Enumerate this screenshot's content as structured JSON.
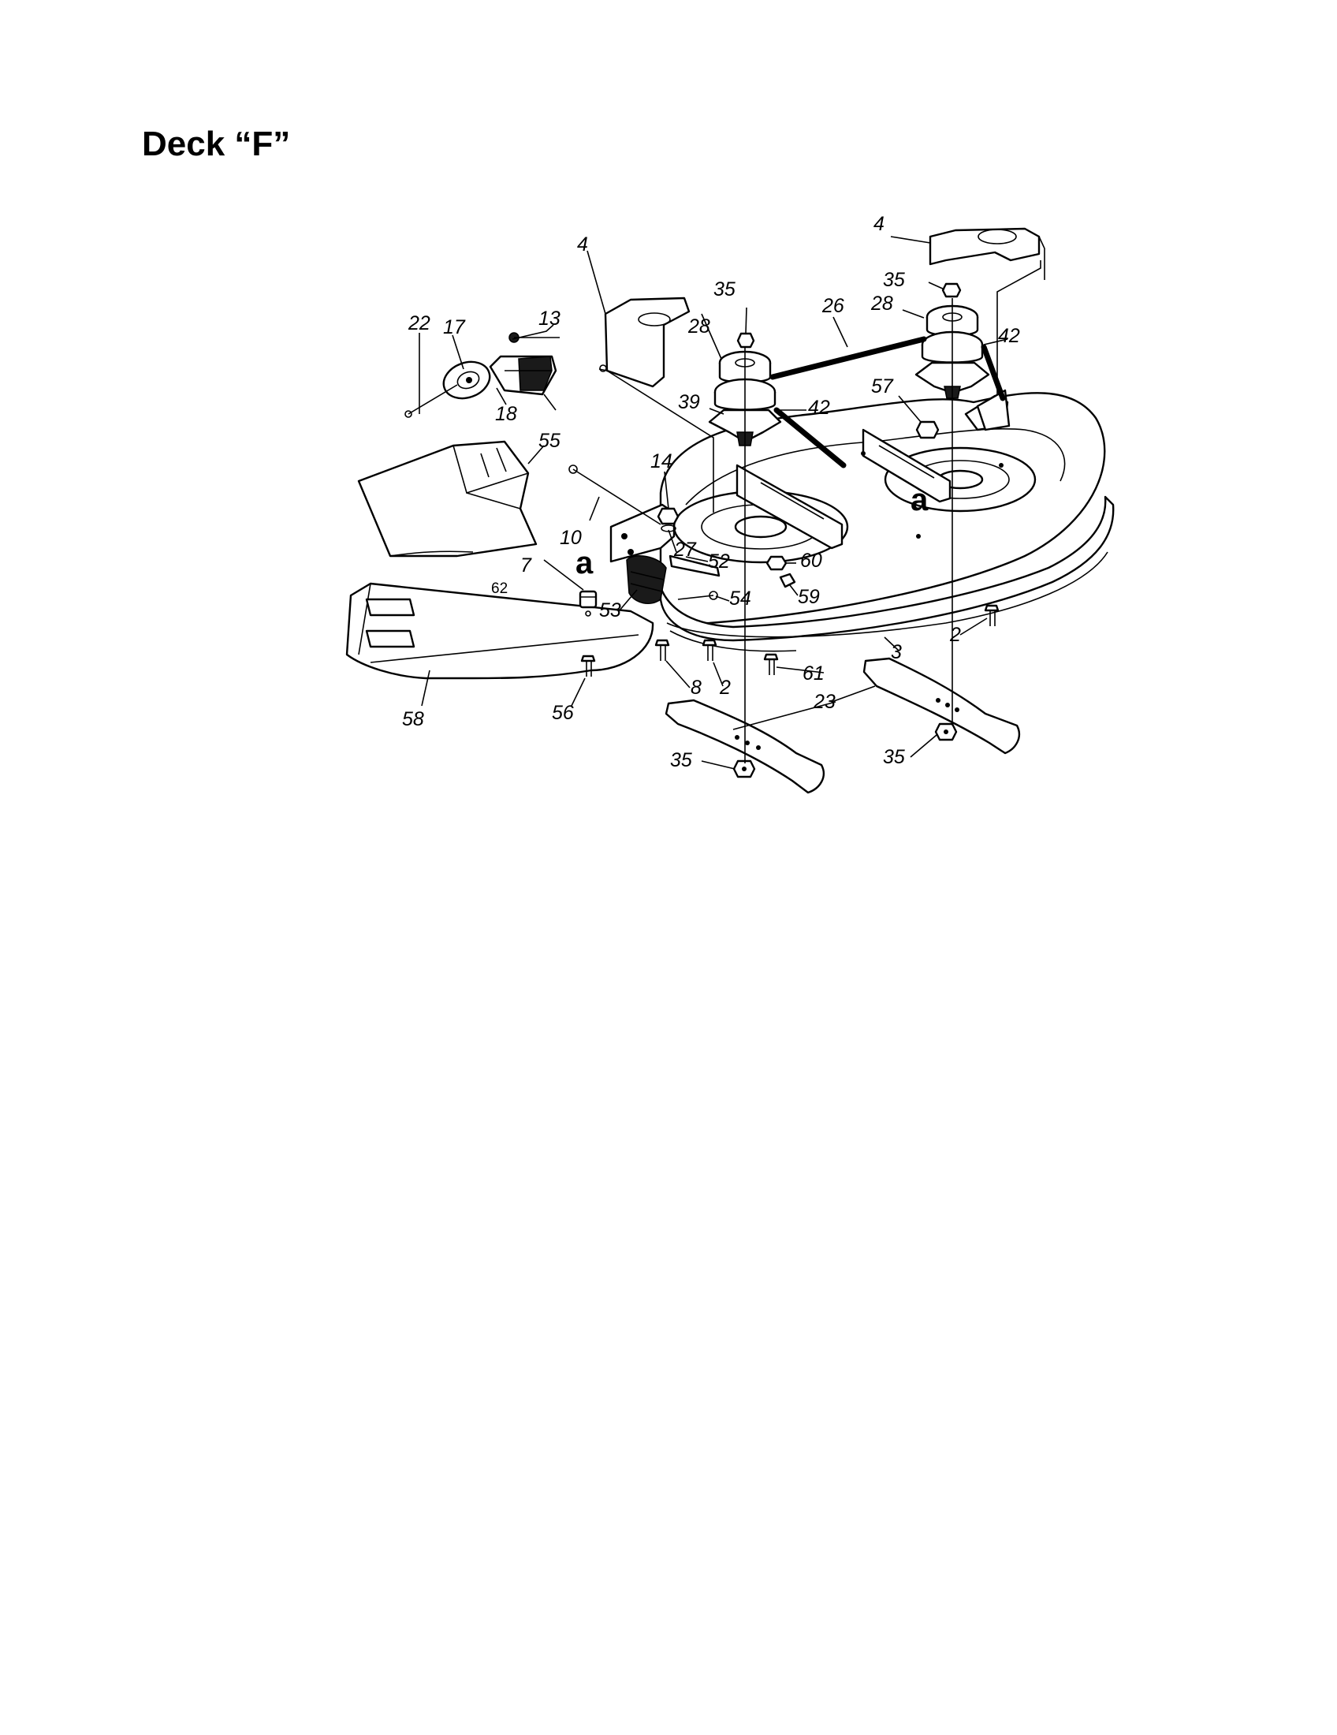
{
  "title": "Deck “F”",
  "labels": {
    "p22": "22",
    "p17": "17",
    "p13": "13",
    "p18": "18",
    "p4a": "4",
    "p4b": "4",
    "p35a": "35",
    "p35b": "35",
    "p35c": "35",
    "p35d": "35",
    "p26": "26",
    "p28a": "28",
    "p28b": "28",
    "p42a": "42",
    "p42b": "42",
    "p39": "39",
    "p57": "57",
    "p55": "55",
    "p14": "14",
    "p10": "10",
    "p27": "27",
    "p52": "52",
    "p60": "60",
    "p59": "59",
    "p54": "54",
    "p7": "7",
    "p62": "62",
    "p53": "53",
    "p8": "8",
    "p2a": "2",
    "p2b": "2",
    "p61": "61",
    "p3": "3",
    "p23": "23",
    "p58": "58",
    "p56": "56",
    "aa": "a",
    "ab": "a"
  }
}
